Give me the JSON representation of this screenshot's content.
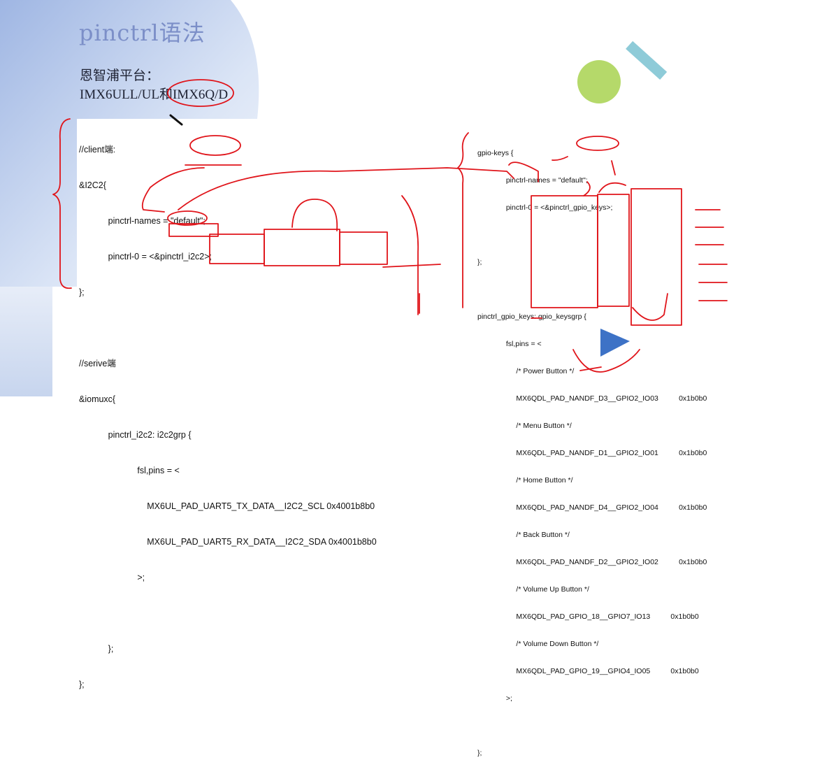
{
  "slide": {
    "title": "pinctrl语法",
    "platform_label": "恩智浦平台：",
    "platform_chips": "IMX6ULL/UL和IMX6Q/D"
  },
  "left_code": {
    "lines": [
      "//client端:",
      "&I2C2{",
      "            pinctrl-names = \"default\";",
      "            pinctrl-0 = <&pinctrl_i2c2>;",
      "};",
      "",
      "//serive端",
      "&iomuxc{",
      "            pinctrl_i2c2: i2c2grp {",
      "                        fsl,pins = <",
      "                            MX6UL_PAD_UART5_TX_DATA__I2C2_SCL 0x4001b8b0",
      "                            MX6UL_PAD_UART5_RX_DATA__I2C2_SDA 0x4001b8b0",
      "                        >;",
      "",
      "            };",
      "};"
    ]
  },
  "right_code": {
    "lines": [
      "gpio-keys {",
      "              pinctrl-names = \"default\";",
      "              pinctrl-0 = <&pinctrl_gpio_keys>;",
      "",
      "};",
      "",
      "pinctrl_gpio_keys: gpio_keysgrp {",
      "              fsl,pins = <",
      "                   /* Power Button */",
      "                   MX6QDL_PAD_NANDF_D3__GPIO2_IO03          0x1b0b0",
      "                   /* Menu Button */",
      "                   MX6QDL_PAD_NANDF_D1__GPIO2_IO01          0x1b0b0",
      "                   /* Home Button */",
      "                   MX6QDL_PAD_NANDF_D4__GPIO2_IO04          0x1b0b0",
      "                   /* Back Button */",
      "                   MX6QDL_PAD_NANDF_D2__GPIO2_IO02          0x1b0b0",
      "                   /* Volume Up Button */",
      "                   MX6QDL_PAD_GPIO_18__GPIO7_IO13          0x1b0b0",
      "                   /* Volume Down Button */",
      "                   MX6QDL_PAD_GPIO_19__GPIO4_IO05          0x1b0b0",
      "              >;",
      "",
      "};"
    ]
  },
  "colors": {
    "title": "#7c8fc8",
    "ink": "#e0141a",
    "circle": "#b5d96a",
    "bar": "#8ecbd8",
    "triangle": "#3d72c6"
  }
}
